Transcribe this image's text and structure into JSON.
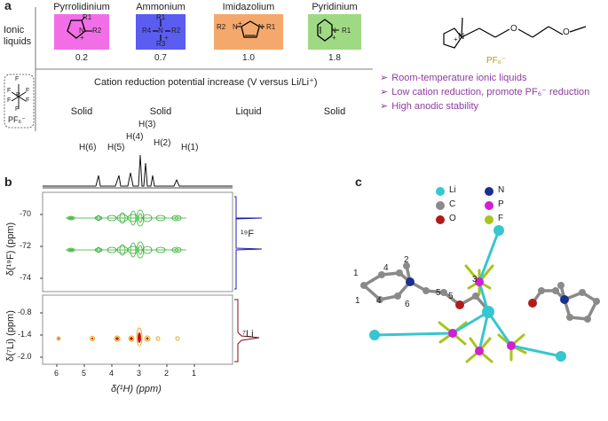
{
  "panel_a": {
    "letter": "a",
    "row_label_line1": "Ionic",
    "row_label_line2": "liquids",
    "cations": [
      {
        "name": "Pyrrolidinium",
        "potential": "0.2",
        "state": "Solid",
        "color": "#f26ee7"
      },
      {
        "name": "Ammonium",
        "potential": "0.7",
        "state": "Solid",
        "color": "#5b5cf0"
      },
      {
        "name": "Imidazolium",
        "potential": "1.0",
        "state": "Liquid",
        "color": "#f5a86b"
      },
      {
        "name": "Pyridinium",
        "potential": "1.8",
        "state": "Solid",
        "color": "#9fd984"
      }
    ],
    "axis_caption": "Cation reduction potential increase (V versus Li/Li⁺)",
    "anion_label": "PF₆⁻",
    "struct_labels": {
      "r1": "R1",
      "r2": "R2",
      "r3": "R3",
      "r4": "R4",
      "n": "N",
      "plus": "+",
      "f": "F",
      "p": "P"
    },
    "il_anion": "PF₆⁻",
    "il_atoms": {
      "n": "N",
      "o": "O"
    },
    "bullets": [
      "Room-temperature ionic liquids",
      "Low cation reduction, promote PF₆⁻ reduction",
      "High anodic stability"
    ]
  },
  "panel_b": {
    "letter": "b",
    "h_labels": [
      "H(6)",
      "H(5)",
      "H(4)",
      "H(3)",
      "H(2)",
      "H(1)"
    ],
    "f_ylabel": "δ(¹⁹F) (ppm)",
    "li_ylabel": "δ(⁷Li) (ppm)",
    "f_ticks": [
      "-70",
      "-72",
      "-74"
    ],
    "li_ticks": [
      "-0.8",
      "-1.4",
      "-2.0"
    ],
    "x_ticks": [
      "6",
      "5",
      "4",
      "3",
      "2",
      "1"
    ],
    "xlabel": "δ(¹H) (ppm)",
    "f_nucleus": "¹⁹F",
    "li_nucleus": "⁷Li"
  },
  "panel_c": {
    "letter": "c",
    "legend": [
      {
        "label": "Li",
        "color": "#36c6cf"
      },
      {
        "label": "N",
        "color": "#1a2f8f"
      },
      {
        "label": "C",
        "color": "#8a8a8a"
      },
      {
        "label": "P",
        "color": "#d11fd6"
      },
      {
        "label": "O",
        "color": "#b31b1b"
      },
      {
        "label": "F",
        "color": "#a8c51b"
      }
    ],
    "atom_numbers": [
      "1",
      "1",
      "4",
      "4",
      "2",
      "6",
      "5",
      "5",
      "3"
    ]
  }
}
